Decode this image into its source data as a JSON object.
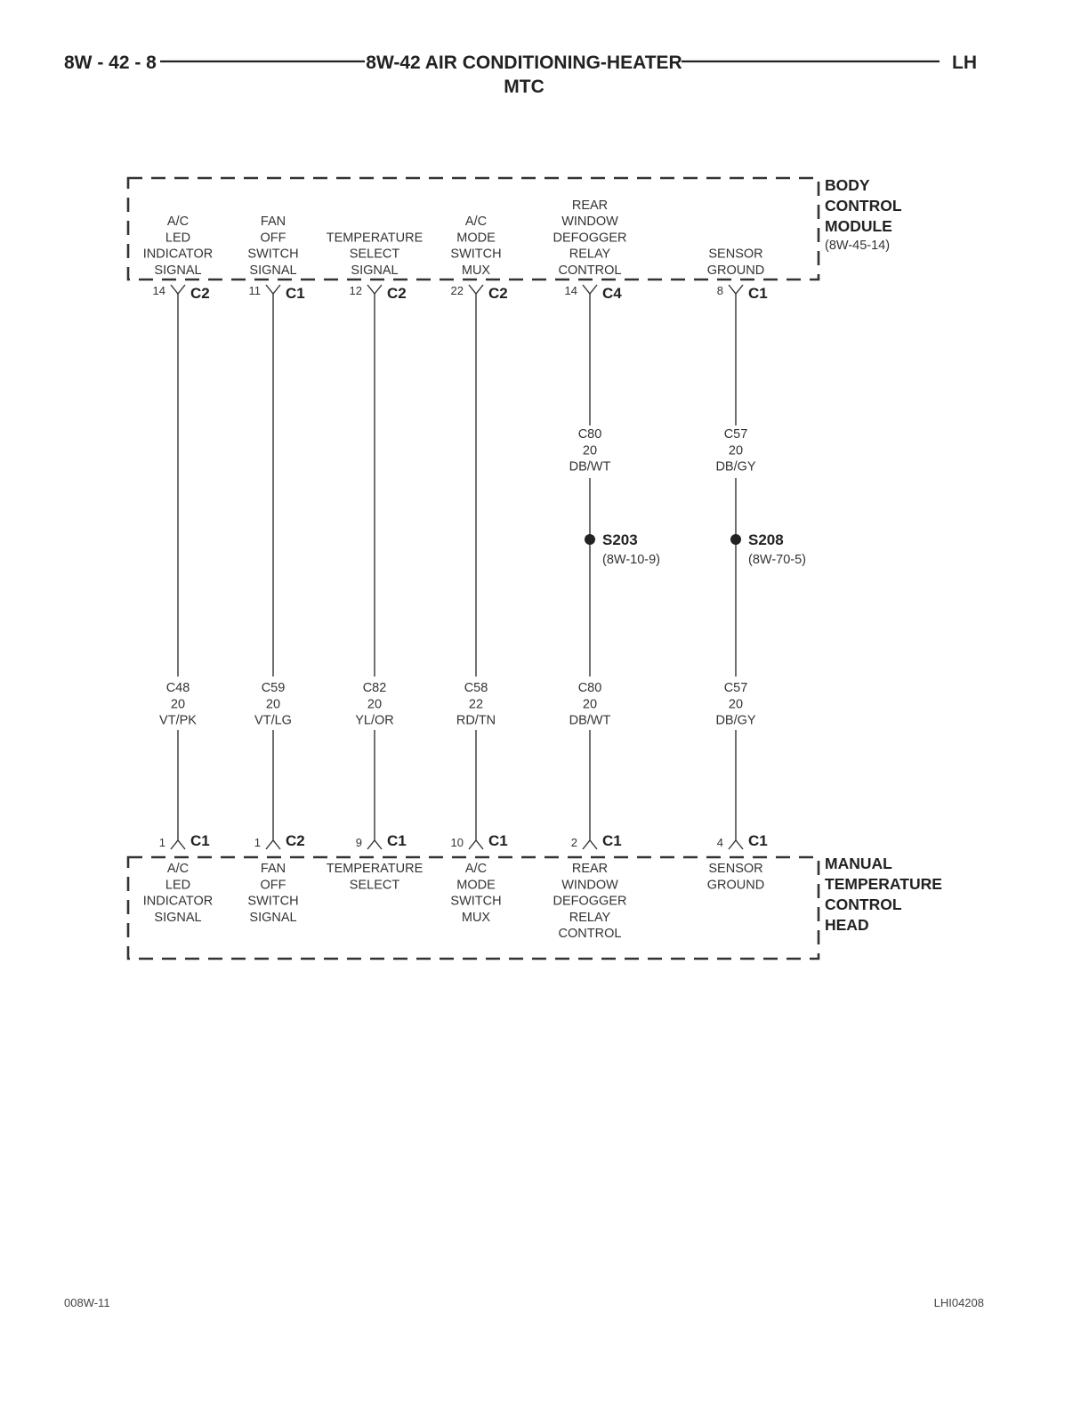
{
  "header": {
    "page_number": "8W - 42 - 8",
    "title": "8W-42 AIR CONDITIONING-HEATER",
    "subtitle": "MTC",
    "side": "LH"
  },
  "modules": {
    "top": {
      "lines": [
        "BODY",
        "CONTROL",
        "MODULE"
      ],
      "ref": "(8W-45-14)"
    },
    "bottom": {
      "lines": [
        "MANUAL",
        "TEMPERATURE",
        "CONTROL",
        "HEAD"
      ]
    }
  },
  "circuits": [
    {
      "top_label": [
        "A/C",
        "LED",
        "INDICATOR",
        "SIGNAL"
      ],
      "top_pin": "14",
      "top_conn": "C2",
      "wire": [
        "C48",
        "20",
        "VT/PK"
      ],
      "bottom_pin": "1",
      "bottom_conn": "C1",
      "bottom_label": [
        "A/C",
        "LED",
        "INDICATOR",
        "SIGNAL"
      ]
    },
    {
      "top_label": [
        "FAN",
        "OFF",
        "SWITCH",
        "SIGNAL"
      ],
      "top_pin": "11",
      "top_conn": "C1",
      "wire": [
        "C59",
        "20",
        "VT/LG"
      ],
      "bottom_pin": "1",
      "bottom_conn": "C2",
      "bottom_label": [
        "FAN",
        "OFF",
        "SWITCH",
        "SIGNAL"
      ]
    },
    {
      "top_label": [
        "TEMPERATURE",
        "SELECT",
        "SIGNAL"
      ],
      "top_pin": "12",
      "top_conn": "C2",
      "wire": [
        "C82",
        "20",
        "YL/OR"
      ],
      "bottom_pin": "9",
      "bottom_conn": "C1",
      "bottom_label": [
        "TEMPERATURE",
        "SELECT"
      ]
    },
    {
      "top_label": [
        "A/C",
        "MODE",
        "SWITCH",
        "MUX"
      ],
      "top_pin": "22",
      "top_conn": "C2",
      "wire": [
        "C58",
        "22",
        "RD/TN"
      ],
      "bottom_pin": "10",
      "bottom_conn": "C1",
      "bottom_label": [
        "A/C",
        "MODE",
        "SWITCH",
        "MUX"
      ]
    },
    {
      "top_label": [
        "REAR",
        "WINDOW",
        "DEFOGGER",
        "RELAY",
        "CONTROL"
      ],
      "top_pin": "14",
      "top_conn": "C4",
      "upper_wire": [
        "C80",
        "20",
        "DB/WT"
      ],
      "splice": {
        "name": "S203",
        "ref": "(8W-10-9)"
      },
      "wire": [
        "C80",
        "20",
        "DB/WT"
      ],
      "bottom_pin": "2",
      "bottom_conn": "C1",
      "bottom_label": [
        "REAR",
        "WINDOW",
        "DEFOGGER",
        "RELAY",
        "CONTROL"
      ]
    },
    {
      "top_label": [
        "SENSOR",
        "GROUND"
      ],
      "top_pin": "8",
      "top_conn": "C1",
      "upper_wire": [
        "C57",
        "20",
        "DB/GY"
      ],
      "splice": {
        "name": "S208",
        "ref": "(8W-70-5)"
      },
      "wire": [
        "C57",
        "20",
        "DB/GY"
      ],
      "bottom_pin": "4",
      "bottom_conn": "C1",
      "bottom_label": [
        "SENSOR",
        "GROUND"
      ]
    }
  ],
  "footer": {
    "left": "008W-11",
    "right": "LHI04208"
  }
}
